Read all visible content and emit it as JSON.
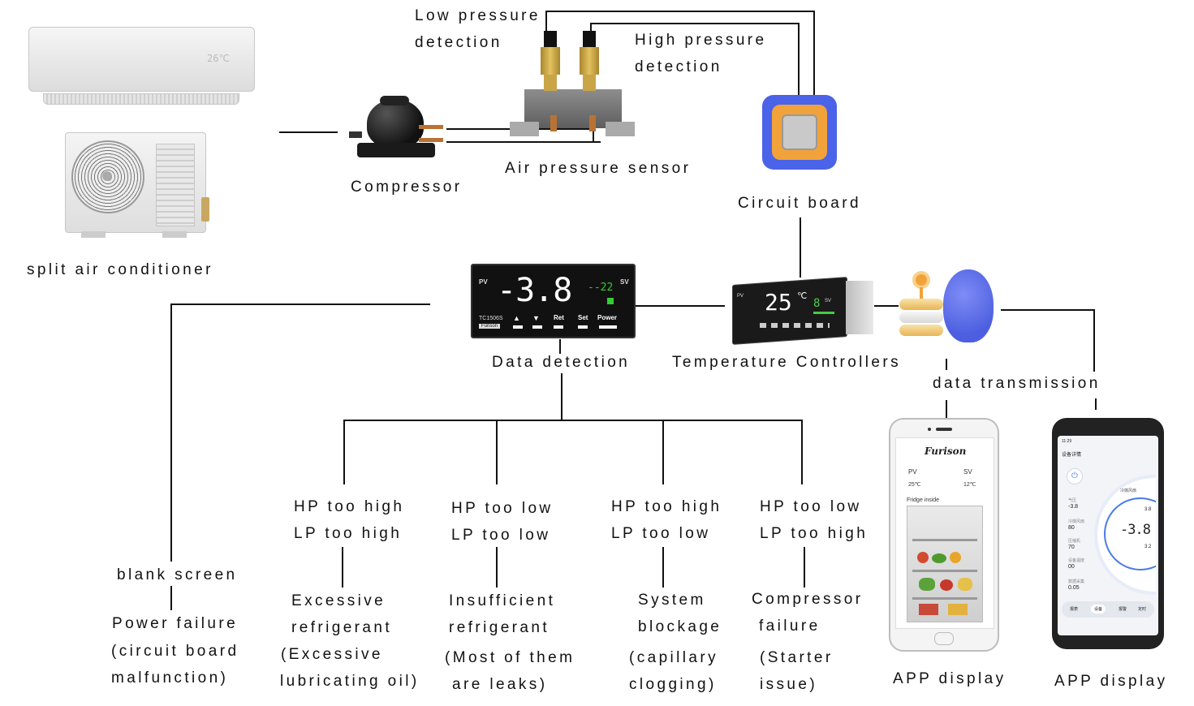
{
  "labels": {
    "split_ac": "split air conditioner",
    "compressor": "Compressor",
    "low_pressure": [
      "Low pressure",
      "detection"
    ],
    "high_pressure": [
      "High pressure",
      "detection"
    ],
    "air_pressure_sensor": "Air pressure sensor",
    "circuit_board": "Circuit board",
    "data_detection": "Data detection",
    "temp_controllers": "Temperature Controllers",
    "data_transmission": "data transmission",
    "app_display_1": "APP display",
    "app_display_2": "APP display"
  },
  "diagnoses": [
    {
      "condition": [
        "HP too high",
        "LP too high"
      ],
      "cause": [
        "Excessive",
        "refrigerant",
        "(Excessive",
        "lubricating oil)"
      ]
    },
    {
      "condition": [
        "HP too low",
        "LP too low"
      ],
      "cause": [
        "Insufficient",
        "refrigerant",
        "(Most of them",
        "are leaks)"
      ]
    },
    {
      "condition": [
        "HP too high",
        "LP too low"
      ],
      "cause": [
        "System",
        "blockage",
        "(capillary",
        "clogging)"
      ]
    },
    {
      "condition": [
        "HP too low",
        "LP too high"
      ],
      "cause": [
        "Compressor",
        "failure",
        "(Starter",
        "issue)"
      ]
    }
  ],
  "power_failure": {
    "condition": "blank screen",
    "cause": [
      "Power failure",
      "(circuit board",
      "malfunction)"
    ]
  },
  "devices": {
    "detector": {
      "pv_tag": "PV",
      "sv_tag": "SV",
      "pv_value": "-3.8",
      "sv_value": "--22",
      "model": "TC1506S",
      "brand": "Furison",
      "keys": [
        "▲",
        "▼",
        "Ret",
        "Set",
        "Power"
      ]
    },
    "controller": {
      "pv_tag": "PV",
      "sv_tag": "SV",
      "value": "25",
      "unit": "℃",
      "sv_value": "8"
    },
    "ac_display": "26℃",
    "phone1": {
      "brand": "Furison",
      "pv_label": "PV",
      "sv_label": "SV",
      "pv_value": "25℃",
      "sv_value": "12℃",
      "fridge_label": "Fridge inside"
    },
    "phone2": {
      "time": "11:29",
      "title": "设备详情",
      "big_value": "-3.8",
      "ring_tag": "冷媒风扇",
      "right_top": "3.8",
      "right_bottom": "3.2",
      "rows": [
        {
          "k": "气压",
          "v": "-3.8"
        },
        {
          "k": "冷媒风扇",
          "v": "80"
        },
        {
          "k": "压缩机",
          "v": "70"
        },
        {
          "k": "设备温度",
          "v": "00"
        },
        {
          "k": "数据采集",
          "v": "0.05"
        }
      ],
      "tabs": [
        "报表",
        "设备",
        "报警",
        "定时"
      ]
    }
  }
}
